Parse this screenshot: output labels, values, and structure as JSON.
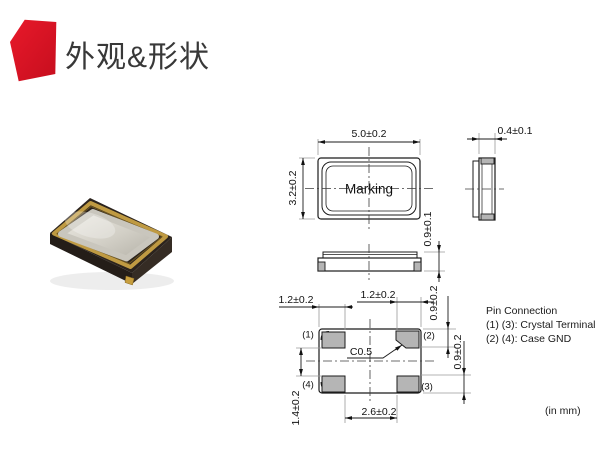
{
  "header": {
    "title": "外观&形状"
  },
  "drawing": {
    "top_view": {
      "marking_label": "Marking",
      "dim_width": "5.0±0.2",
      "dim_height": "3.2±0.2"
    },
    "front_view": {
      "dim_height": "0.9±0.1"
    },
    "side_view": {
      "dim_width": "0.4±0.1"
    },
    "bottom_view": {
      "dim_pad1_width": "1.2±0.2",
      "dim_pad2_width": "1.2±0.2",
      "dim_pad2_height": "0.9±0.2",
      "dim_pad3_height": "0.9±0.2",
      "dim_pad_gap_v": "1.4±0.2",
      "dim_pad_gap_h": "2.6±0.2",
      "chamfer_label": "C0.5",
      "pin1": "(1)",
      "pin2": "(2)",
      "pin3": "(3)",
      "pin4": "(4)"
    },
    "notes": {
      "pin_connection_title": "Pin Connection",
      "pin_connection_crystal": "(1) (3): Crystal Terminal",
      "pin_connection_gnd": "(2) (4): Case GND",
      "units_note": "(in mm)"
    }
  },
  "colors": {
    "accent_red": "#e11422",
    "pad_fill": "#b5b5b5",
    "line": "#1b1b1b"
  }
}
